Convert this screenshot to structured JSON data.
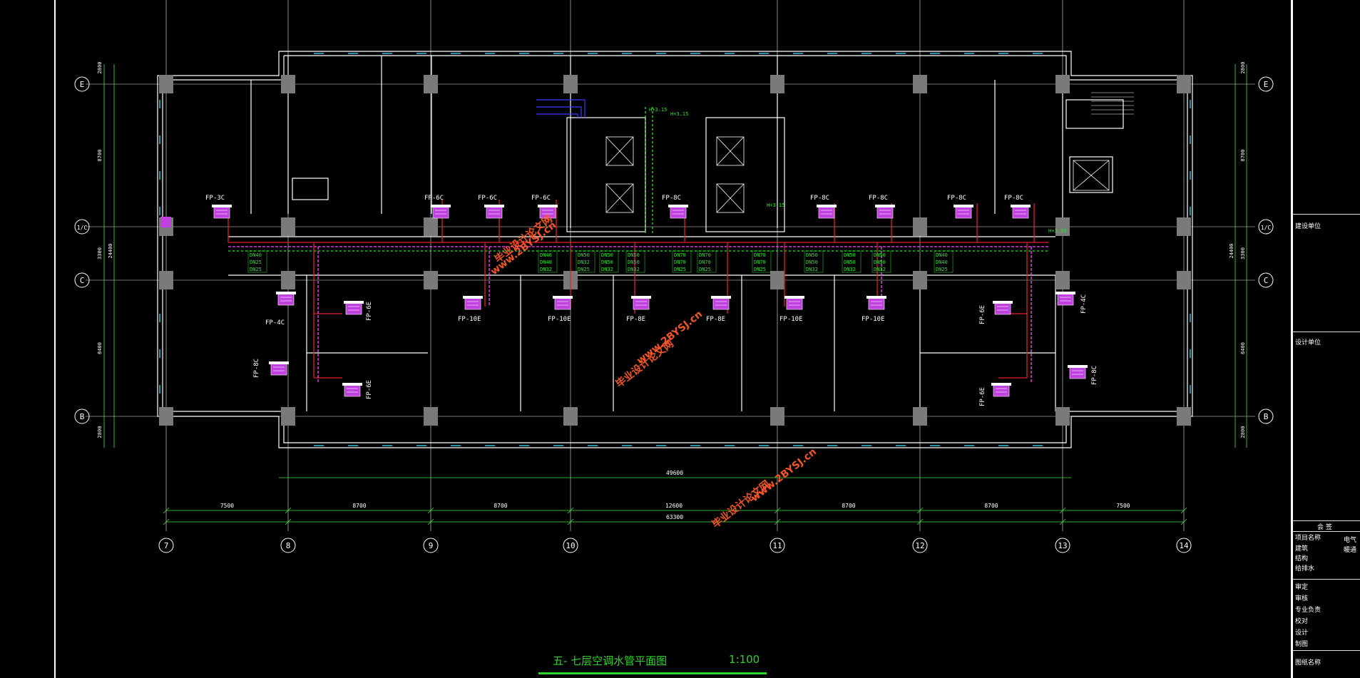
{
  "drawing": {
    "title": "五- 七层空调水管平面图",
    "scale": "1:100"
  },
  "axes": {
    "columns": [
      "7",
      "8",
      "9",
      "10",
      "11",
      "12",
      "13",
      "14"
    ],
    "rows": [
      "E",
      "1/C",
      "C",
      "B"
    ],
    "column_spacings": [
      "7500",
      "8700",
      "8700",
      "12600",
      "8700",
      "8700",
      "7500"
    ],
    "total_width": "63300",
    "inner_width": "49600",
    "row_spacings": [
      "2800",
      "8700",
      "3300",
      "8400",
      "2800"
    ],
    "total_depth": "24400"
  },
  "fan_coils": {
    "top": [
      "FP-3C",
      "FP-6C",
      "FP-6C",
      "FP-6C",
      "FP-8C",
      "FP-8C",
      "FP-8C",
      "FP-8C",
      "FP-8C"
    ],
    "middle": [
      "FP-10E",
      "FP-10E",
      "FP-8E",
      "FP-8E",
      "FP-10E",
      "FP-10E"
    ],
    "left_wing": [
      "FP-4C",
      "FP-6E",
      "FP-8C",
      "FP-6E"
    ],
    "right_wing": [
      "FP-6E",
      "FP-4C",
      "FP-6E",
      "FP-8C"
    ]
  },
  "pipe_sizes": [
    "DN40",
    "DN25",
    "DN25",
    "DN40",
    "DN40",
    "DN32",
    "DN50",
    "DN32",
    "DN25",
    "DN50",
    "DN50",
    "DN32",
    "DN50",
    "DN50",
    "DN32",
    "DN70",
    "DN70",
    "DN25",
    "DN70",
    "DN70",
    "DN25",
    "DN70",
    "DN70",
    "DN25",
    "DN50",
    "DN50",
    "DN32",
    "DN50",
    "DN50",
    "DN32",
    "DN50",
    "DN50",
    "DN32",
    "DN40",
    "DN40",
    "DN25"
  ],
  "elevations": [
    "H+3.15",
    "H+3.15",
    "H+3.15",
    "H+3.30"
  ],
  "watermarks": [
    "毕业设计论文网",
    "www.2BYSJ.cn"
  ],
  "title_block": {
    "lines": [
      "建设单位",
      "设计单位",
      "会 签",
      "项目名称",
      "建筑",
      "结构",
      "给排水",
      "电气",
      "暖通",
      "审定",
      "审核",
      "专业负责",
      "校对",
      "设计",
      "制图",
      "图纸名称"
    ]
  },
  "colors": {
    "background": "#000000",
    "wall": "#ffffff",
    "column": "#7a7a7a",
    "supply_pipe": "#e0202a",
    "return_pipe": "#ff44ff",
    "condensate_pipe": "#2ee52e",
    "fan_coil": "#c040e0",
    "annotation": "#2ee52e",
    "window": "#2fc0e0",
    "dimension": "#40e040",
    "watermark": "#ff5a2a"
  }
}
